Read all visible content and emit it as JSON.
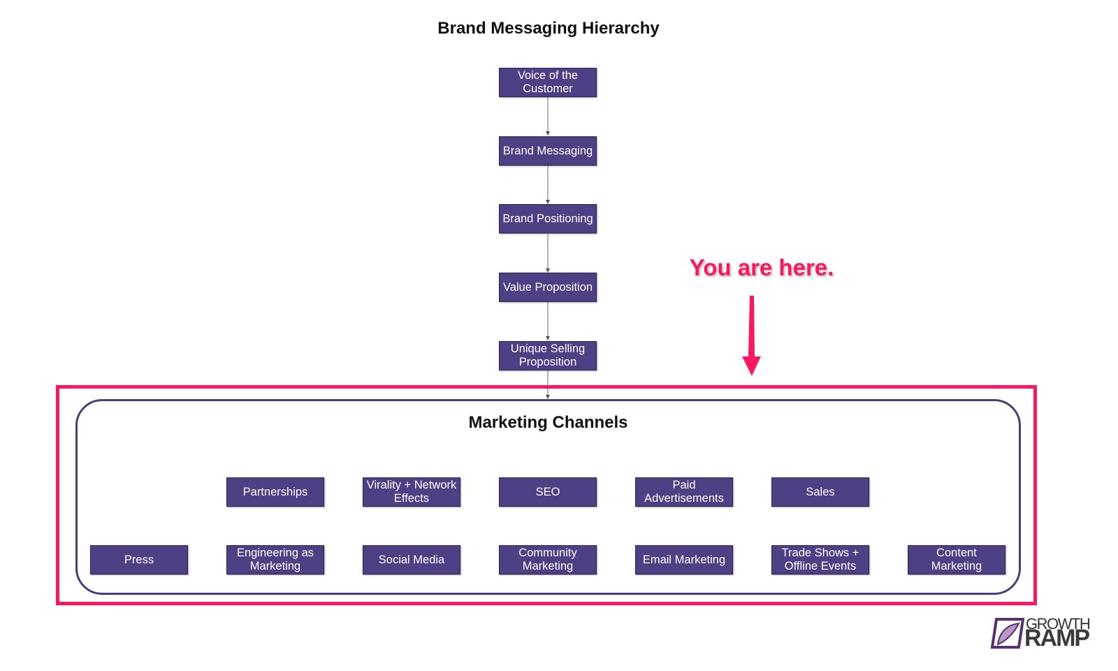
{
  "diagram": {
    "title": "Brand Messaging Hierarchy",
    "hierarchy": [
      {
        "id": "voice",
        "label": "Voice of the Customer"
      },
      {
        "id": "messaging",
        "label": "Brand Messaging"
      },
      {
        "id": "positioning",
        "label": "Brand Positioning"
      },
      {
        "id": "value",
        "label": "Value Proposition"
      },
      {
        "id": "usp",
        "label": "Unique Selling Proposition"
      }
    ],
    "channels": {
      "title": "Marketing Channels",
      "row1": [
        "Partnerships",
        "Virality + Network Effects",
        "SEO",
        "Paid Advertisements",
        "Sales"
      ],
      "row2": [
        "Press",
        "Engineering as Marketing",
        "Social Media",
        "Community Marketing",
        "Email Marketing",
        "Trade Shows + Offline Events",
        "Content Marketing"
      ]
    },
    "annotation": "You are here.",
    "logo": {
      "line1": "GROWTH",
      "line2": "RAMP"
    }
  },
  "colors": {
    "box_fill": "#4f3f84",
    "accent": "#fd175f",
    "group_border": "#4a3d7c"
  }
}
